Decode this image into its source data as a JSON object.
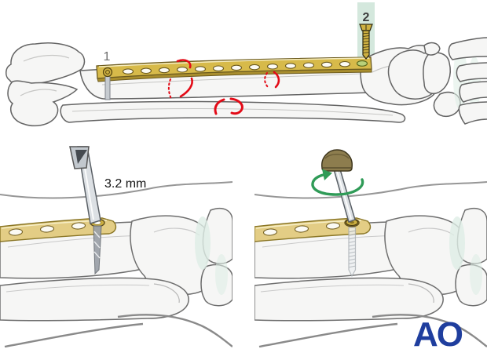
{
  "top_panel": {
    "step1_label": "1",
    "step2_label": "2"
  },
  "bottom_left_panel": {
    "drill_diameter_label": "3.2 mm"
  },
  "branding": {
    "logo_text": "AO"
  },
  "colors": {
    "plate_gold": "#d7ba4a",
    "plate_gold_dark": "#a98e2e",
    "plate_gold_light": "#f5ecc0",
    "plate_pale_gold": "#e3cd85",
    "screw_gold": "#cdb041",
    "bone_fill": "#f6f6f5",
    "bone_outline": "#646464",
    "bone_inner_line": "#c6c6c4",
    "skin_line_gray": "#969696",
    "fracture_red": "#e30b17",
    "highlight_green": "#cfe6d9",
    "highlight_hole_green": "#b9d17a",
    "rotation_green": "#2f9b57",
    "steel_light": "#dce0e4",
    "steel_dark": "#5a6066",
    "handle_olive": "#8d7d4e",
    "mint_tint": "#dfeee6",
    "ao_blue": "#1f3e9e"
  },
  "icons": {
    "screw": "cortex-screw-icon",
    "inserted_screw": "inserted-screw-icon",
    "drill": "drill-bit-icon",
    "screwdriver": "screwdriver-icon",
    "rotation": "clockwise-rotation-arrow-icon",
    "plate": "straight-bridge-plate-icon",
    "fracture": "fracture-line-icon"
  }
}
